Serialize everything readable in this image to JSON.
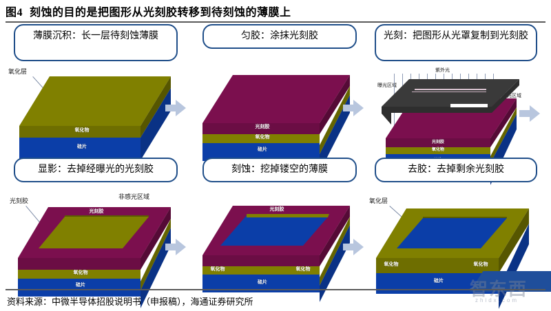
{
  "figure": {
    "number": "图4",
    "title": "刻蚀的目的是把图形从光刻胶转移到待刻蚀的薄膜上",
    "source": "资料来源：中微半导体招股说明书（申报稿），海通证券研究所"
  },
  "colors": {
    "oxide_olive": "#808000",
    "silicon_blue": "#0B3EA8",
    "photoresist_magenta": "#7B0F4E",
    "caption_border_blue": "#1F4E89",
    "arrow_blue_grey": "#B8C6DE",
    "mask_dark": "#3A3A3A",
    "rule_grey": "#595959"
  },
  "panels": [
    {
      "id": "deposition",
      "caption": "薄膜沉积：长一层待刻蚀薄膜",
      "outside_labels": [
        "氧化层"
      ],
      "layers": [
        {
          "name": "氧化物",
          "color": "#808000"
        },
        {
          "name": "硅片",
          "color": "#0B3EA8"
        }
      ]
    },
    {
      "id": "coating",
      "caption": "匀胶：涂抹光刻胶",
      "outside_labels": [],
      "layers": [
        {
          "name": "光刻胶",
          "color": "#7B0F4E"
        },
        {
          "name": "氧化物",
          "color": "#808000"
        },
        {
          "name": "硅片",
          "color": "#0B3EA8"
        }
      ]
    },
    {
      "id": "lithography",
      "caption": "光刻：把图形从光罩复制到光刻胶",
      "outside_labels": [
        "紫外光",
        "曝光区域",
        "非感光区域"
      ],
      "layers": [
        {
          "name": "光刻胶",
          "color": "#7B0F4E"
        },
        {
          "name": "氧化物",
          "color": "#808000"
        },
        {
          "name": "硅片",
          "color": "#0B3EA8"
        }
      ]
    },
    {
      "id": "development",
      "caption": "显影：去掉经曝光的光刻胶",
      "outside_labels": [
        "光刻胶",
        "非感光区域"
      ],
      "layers": [
        {
          "name": "光刻胶",
          "color": "#7B0F4E"
        },
        {
          "name": "氧化物",
          "color": "#808000"
        },
        {
          "name": "硅片",
          "color": "#0B3EA8"
        }
      ]
    },
    {
      "id": "etching",
      "caption": "刻蚀：挖掉镂空的薄膜",
      "outside_labels": [],
      "layers": [
        {
          "name": "光刻胶",
          "color": "#7B0F4E"
        },
        {
          "name": "氧化物",
          "color": "#808000"
        },
        {
          "name": "硅片",
          "color": "#0B3EA8"
        }
      ]
    },
    {
      "id": "stripping",
      "caption": "去胶：去掉剩余光刻胶",
      "outside_labels": [
        "氧化层"
      ],
      "layers": [
        {
          "name": "氧化物",
          "color": "#808000"
        },
        {
          "name": "硅片",
          "color": "#0B3EA8"
        }
      ]
    }
  ],
  "labels": {
    "oxide_layer": "氧化层",
    "oxide": "氧化物",
    "silicon": "硅片",
    "photoresist": "光刻胶",
    "uv_light": "紫外光",
    "exposed_area": "曝光区域",
    "unexposed_area": "非感光区域"
  },
  "watermark": {
    "text": "智东西",
    "domain": "zhidx.com"
  }
}
